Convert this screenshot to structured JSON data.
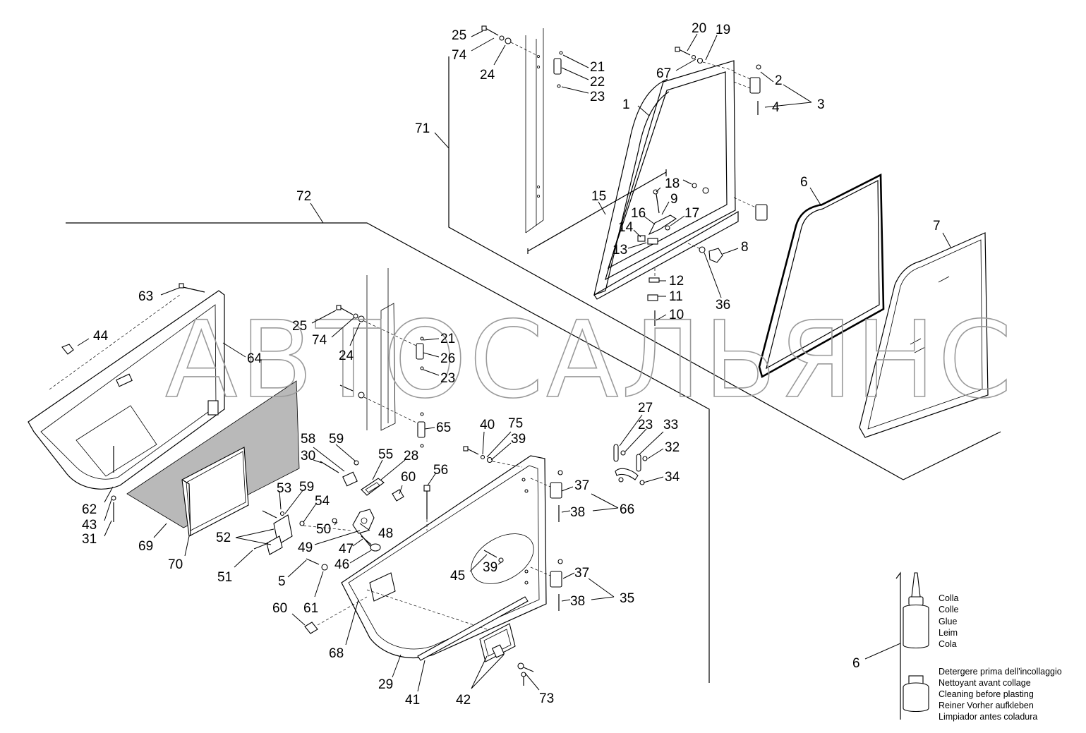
{
  "watermark": "АВТОСАЛЬЯНС",
  "legend": {
    "glue": {
      "number": "6",
      "lines": [
        "Colla",
        "Colle",
        "Glue",
        "Leim",
        "Cola"
      ]
    },
    "cleaner": {
      "lines": [
        "Detergere prima dell'incollaggio",
        "Nettoyant avant collage",
        "Cleaning before plasting",
        "Reiner Vorher aufkleben",
        "Limpiador antes coladura"
      ]
    }
  },
  "callouts": [
    {
      "id": "c25a",
      "text": "25"
    },
    {
      "id": "c74a",
      "text": "74"
    },
    {
      "id": "c24a",
      "text": "24"
    },
    {
      "id": "c21a",
      "text": "21"
    },
    {
      "id": "c22",
      "text": "22"
    },
    {
      "id": "c23a",
      "text": "23"
    },
    {
      "id": "c71",
      "text": "71"
    },
    {
      "id": "c20",
      "text": "20"
    },
    {
      "id": "c19",
      "text": "19"
    },
    {
      "id": "c67",
      "text": "67"
    },
    {
      "id": "c2",
      "text": "2"
    },
    {
      "id": "c3",
      "text": "3"
    },
    {
      "id": "c4",
      "text": "4"
    },
    {
      "id": "c1",
      "text": "1"
    },
    {
      "id": "c18",
      "text": "18"
    },
    {
      "id": "c9",
      "text": "9"
    },
    {
      "id": "c15",
      "text": "15"
    },
    {
      "id": "c16",
      "text": "16"
    },
    {
      "id": "c17",
      "text": "17"
    },
    {
      "id": "c14",
      "text": "14"
    },
    {
      "id": "c13",
      "text": "13"
    },
    {
      "id": "c8",
      "text": "8"
    },
    {
      "id": "c12",
      "text": "12"
    },
    {
      "id": "c11",
      "text": "11"
    },
    {
      "id": "c36",
      "text": "36"
    },
    {
      "id": "c10",
      "text": "10"
    },
    {
      "id": "c6a",
      "text": "6"
    },
    {
      "id": "c7",
      "text": "7"
    },
    {
      "id": "c72",
      "text": "72"
    },
    {
      "id": "c63",
      "text": "63"
    },
    {
      "id": "c44",
      "text": "44"
    },
    {
      "id": "c64",
      "text": "64"
    },
    {
      "id": "c25b",
      "text": "25"
    },
    {
      "id": "c74b",
      "text": "74"
    },
    {
      "id": "c24b",
      "text": "24"
    },
    {
      "id": "c21b",
      "text": "21"
    },
    {
      "id": "c26",
      "text": "26"
    },
    {
      "id": "c23b",
      "text": "23"
    },
    {
      "id": "c65",
      "text": "65"
    },
    {
      "id": "c27",
      "text": "27"
    },
    {
      "id": "c23c",
      "text": "23"
    },
    {
      "id": "c33",
      "text": "33"
    },
    {
      "id": "c32",
      "text": "32"
    },
    {
      "id": "c34",
      "text": "34"
    },
    {
      "id": "c40",
      "text": "40"
    },
    {
      "id": "c75",
      "text": "75"
    },
    {
      "id": "c39a",
      "text": "39"
    },
    {
      "id": "c58",
      "text": "58"
    },
    {
      "id": "c59a",
      "text": "59"
    },
    {
      "id": "c30",
      "text": "30"
    },
    {
      "id": "c55",
      "text": "55"
    },
    {
      "id": "c28",
      "text": "28"
    },
    {
      "id": "c60a",
      "text": "60"
    },
    {
      "id": "c56",
      "text": "56"
    },
    {
      "id": "c37a",
      "text": "37"
    },
    {
      "id": "c66",
      "text": "66"
    },
    {
      "id": "c38a",
      "text": "38"
    },
    {
      "id": "c53",
      "text": "53"
    },
    {
      "id": "c59b",
      "text": "59"
    },
    {
      "id": "c54",
      "text": "54"
    },
    {
      "id": "c50",
      "text": "50"
    },
    {
      "id": "c48",
      "text": "48"
    },
    {
      "id": "c52",
      "text": "52"
    },
    {
      "id": "c49",
      "text": "49"
    },
    {
      "id": "c47",
      "text": "47"
    },
    {
      "id": "c46",
      "text": "46"
    },
    {
      "id": "c62",
      "text": "62"
    },
    {
      "id": "c43",
      "text": "43"
    },
    {
      "id": "c31",
      "text": "31"
    },
    {
      "id": "c69",
      "text": "69"
    },
    {
      "id": "c70",
      "text": "70"
    },
    {
      "id": "c51",
      "text": "51"
    },
    {
      "id": "c5",
      "text": "5"
    },
    {
      "id": "c61",
      "text": "61"
    },
    {
      "id": "c45",
      "text": "45"
    },
    {
      "id": "c39b",
      "text": "39"
    },
    {
      "id": "c37b",
      "text": "37"
    },
    {
      "id": "c35",
      "text": "35"
    },
    {
      "id": "c38b",
      "text": "38"
    },
    {
      "id": "c60b",
      "text": "60"
    },
    {
      "id": "c68",
      "text": "68"
    },
    {
      "id": "c29",
      "text": "29"
    },
    {
      "id": "c41",
      "text": "41"
    },
    {
      "id": "c42",
      "text": "42"
    },
    {
      "id": "c73",
      "text": "73"
    }
  ]
}
